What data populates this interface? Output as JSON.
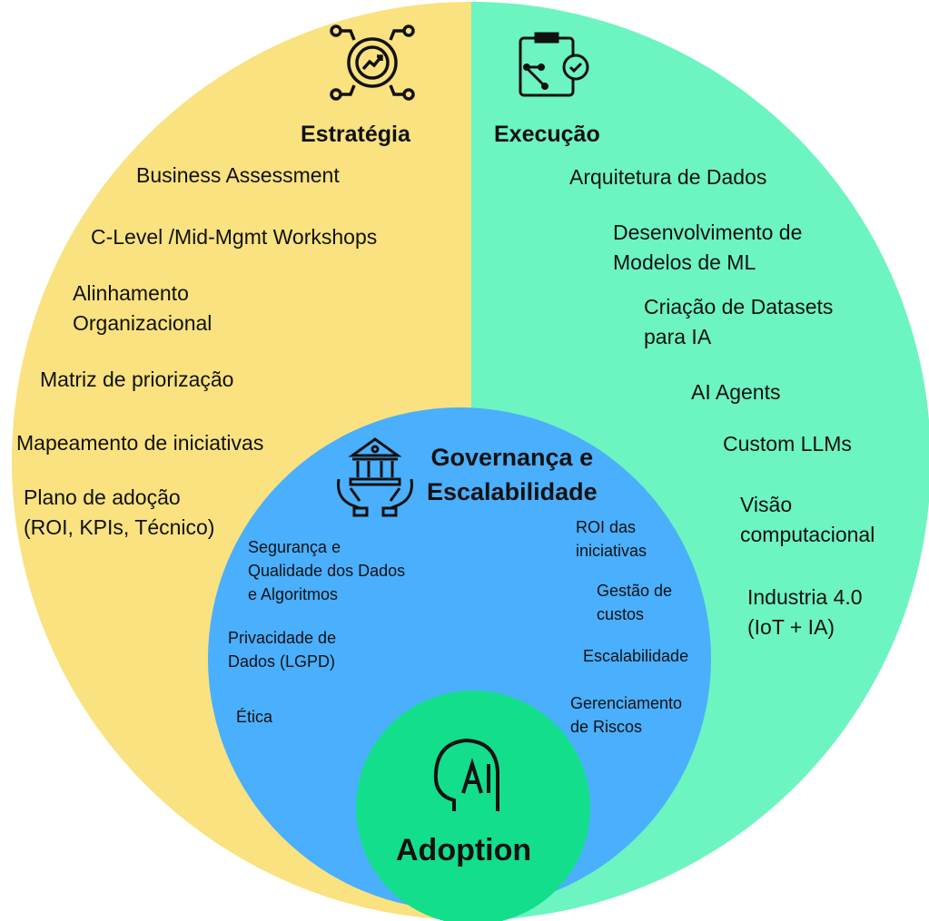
{
  "colors": {
    "estrategia": "#F9E27F",
    "execucao": "#6CF4C1",
    "governanca": "#4AAFFD",
    "adoption": "#13DE8C"
  },
  "estrategia": {
    "title": "Estratégia",
    "icon": "gear-growth-icon",
    "items": [
      "Business Assessment",
      "C-Level /Mid-Mgmt Workshops",
      "Alinhamento\nOrganizacional",
      "Matriz de priorização",
      "Mapeamento de iniciativas",
      "Plano de adoção\n(ROI, KPIs, Técnico)"
    ]
  },
  "execucao": {
    "title": "Execução",
    "icon": "clipboard-strategy-icon",
    "items": [
      "Arquitetura de Dados",
      "Desenvolvimento de\nModelos de ML",
      "Criação de Datasets\npara IA",
      "AI Agents",
      "Custom LLMs",
      "Visão\ncomputacional",
      "Industria 4.0\n(IoT + IA)"
    ]
  },
  "governanca": {
    "title": "Governança e\nEscalabilidade",
    "icon": "bank-hands-icon",
    "left_items": [
      "Segurança e\nQualidade dos Dados\ne Algoritmos",
      "Privacidade de\nDados (LGPD)",
      "Ética"
    ],
    "right_items": [
      "ROI das\niniciativas",
      "Gestão de\ncustos",
      "Escalabilidade",
      "Gerenciamento\nde Riscos"
    ]
  },
  "adoption": {
    "title": "Adoption",
    "icon": "ai-head-icon"
  }
}
